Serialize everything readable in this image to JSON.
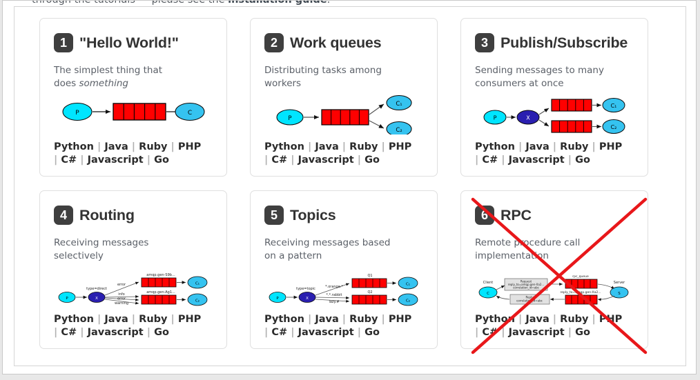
{
  "top_note": {
    "prefix": "through the tutorials — please see the ",
    "link": "installation guide",
    "suffix": "."
  },
  "colors": {
    "badge_bg": "#3f3f3f",
    "title": "#333333",
    "desc": "#5b6068",
    "queue_red": "#ff0000",
    "node_cyan": "#00e5ff",
    "exchange_blue": "#2a1fb0",
    "strike_red": "#e8171a",
    "card_border": "#dfdfdf"
  },
  "languages": {
    "line1": [
      "Python",
      "Java",
      "Ruby",
      "PHP"
    ],
    "line2": [
      "C#",
      "Javascript",
      "Go"
    ],
    "separator": "|"
  },
  "cards": [
    {
      "number": "1",
      "title": "\"Hello World!\"",
      "desc_plain": "The simplest thing that does ",
      "desc_italic": "something",
      "diagram": {
        "type": "producer-queue-consumer",
        "nodes": [
          "P",
          "C"
        ],
        "labels": []
      }
    },
    {
      "number": "2",
      "title": "Work queues",
      "desc_plain": "Distributing tasks among workers",
      "desc_italic": "",
      "diagram": {
        "type": "producer-queue-two-consumers",
        "nodes": [
          "P",
          "C₁",
          "C₂"
        ],
        "labels": []
      }
    },
    {
      "number": "3",
      "title": "Publish/Subscribe",
      "desc_plain": "Sending messages to many consumers at once",
      "desc_italic": "",
      "diagram": {
        "type": "fanout-exchange",
        "nodes": [
          "P",
          "X",
          "C₁",
          "C₂"
        ],
        "labels": []
      }
    },
    {
      "number": "4",
      "title": "Routing",
      "desc_plain": "Receiving messages selectively",
      "desc_italic": "",
      "diagram": {
        "type": "direct-exchange",
        "nodes": [
          "P",
          "X",
          "C₁",
          "C₂"
        ],
        "labels": [
          "type=direct",
          "error",
          "info",
          "error",
          "warning",
          "amqp.gen-S9b...",
          "amqp.gen-Ag1..."
        ]
      }
    },
    {
      "number": "5",
      "title": "Topics",
      "desc_plain": "Receiving messages based on a pattern",
      "desc_italic": "",
      "diagram": {
        "type": "topic-exchange",
        "nodes": [
          "P",
          "X",
          "C₁",
          "C₂"
        ],
        "labels": [
          "type=topic",
          "*.orange.*",
          "*.*.rabbit",
          "lazy.#",
          "Q1",
          "Q2"
        ]
      }
    },
    {
      "number": "6",
      "title": "RPC",
      "desc_plain": "Remote procedure call implementation",
      "desc_italic": "",
      "struck_out": true,
      "diagram": {
        "type": "rpc",
        "nodes": [
          "C",
          "S"
        ],
        "labels": [
          "Client",
          "Server",
          "Request",
          "reply_to=amqp.gen-Xa2...",
          "correlation_id=abc",
          "Reply",
          "correlation_id=abc",
          "rpc_queue",
          "reply_to=amqp.gen-Xa2..."
        ]
      }
    }
  ]
}
